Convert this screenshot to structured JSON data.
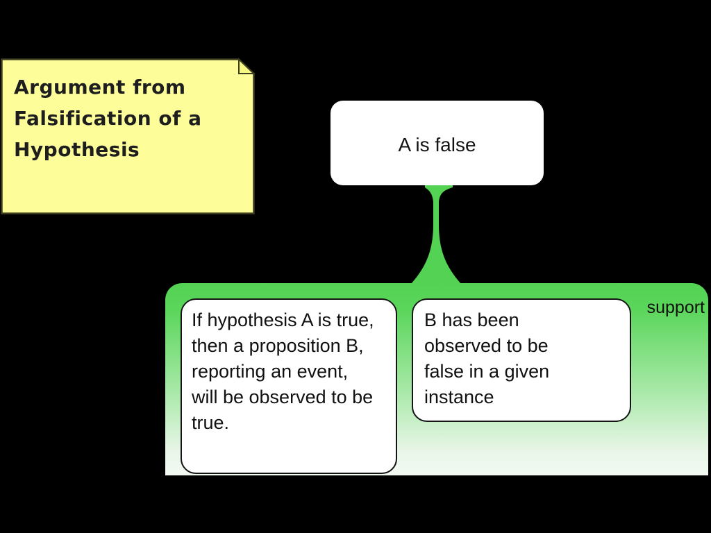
{
  "note": {
    "title": "Argument from Falsification of a Hypothesis"
  },
  "conclusion": {
    "text": "A is false"
  },
  "support_group": {
    "label": "support",
    "premises": [
      {
        "text": "If hypothesis A is true, then a proposition B, reporting an event, will be observed to be true."
      },
      {
        "text": "B has been observed to be false in a given instance"
      }
    ]
  },
  "colors": {
    "background": "#000000",
    "note_fill": "#fdfd9a",
    "note_border": "#3e3e20",
    "group_green_top": "#53d253",
    "group_green_bottom": "#f3faf3",
    "node_fill": "#ffffff",
    "node_border": "#141414"
  }
}
